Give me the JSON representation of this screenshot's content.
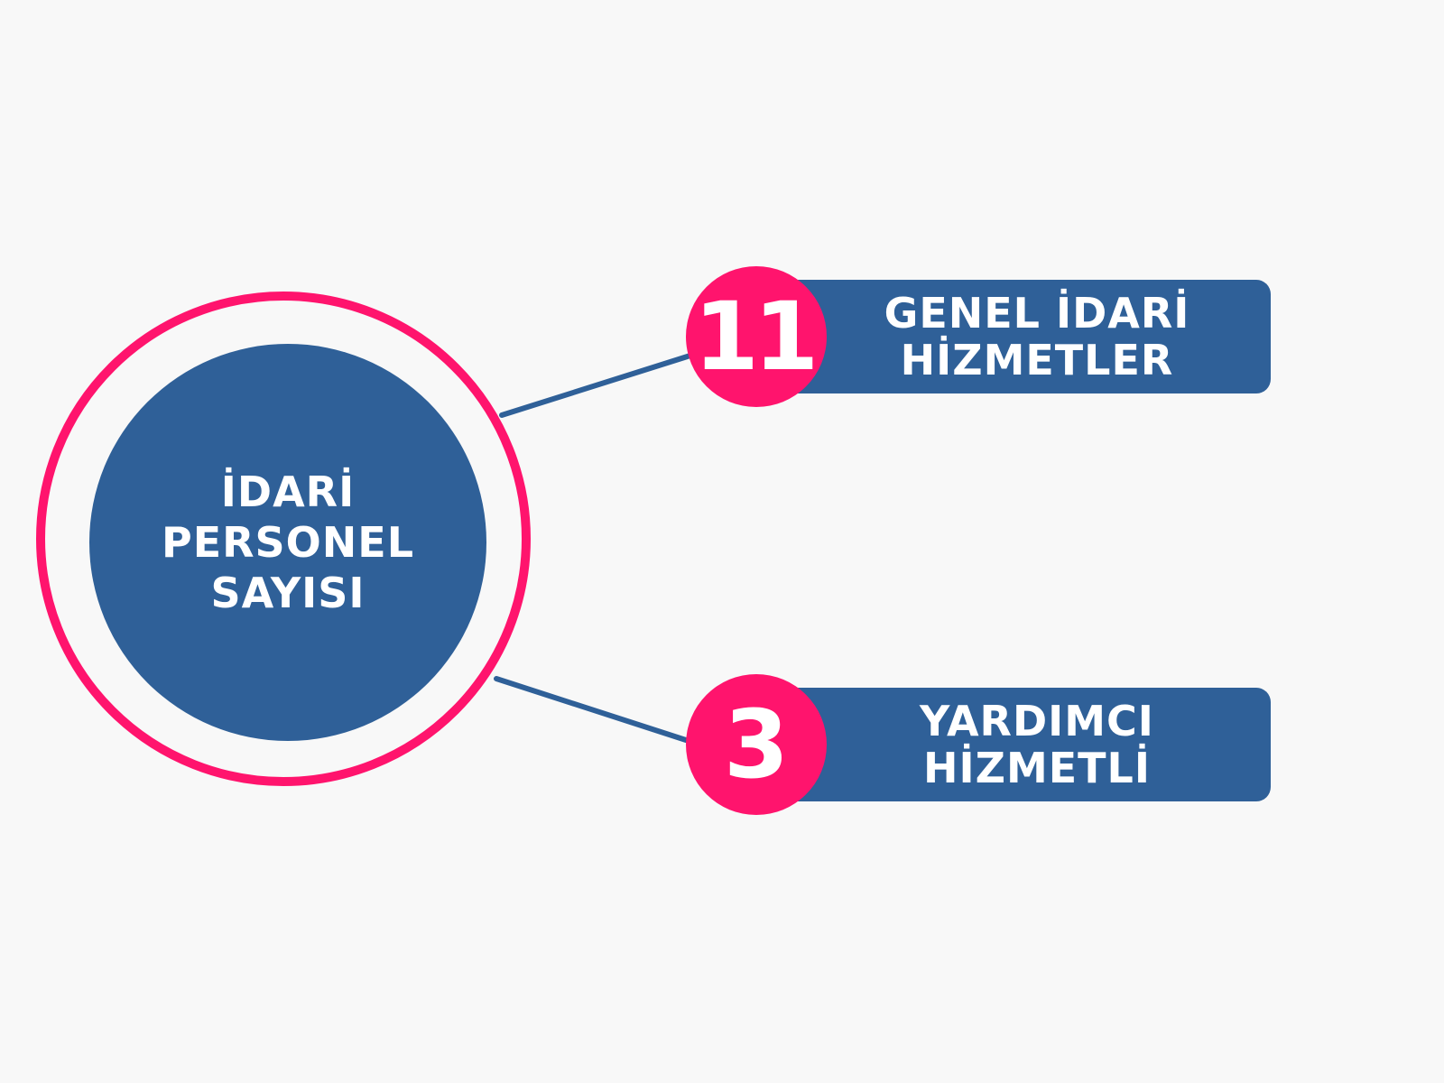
{
  "colors": {
    "background": "#f8f8f8",
    "primary_blue": "#2f6098",
    "accent_pink": "#ff146d",
    "text": "#ffffff"
  },
  "center": {
    "lines": [
      "İDARİ",
      "PERSONEL",
      "SAYISI"
    ]
  },
  "items": [
    {
      "value": "11",
      "lines": [
        "GENEL İDARİ",
        "HİZMETLER"
      ]
    },
    {
      "value": "3",
      "lines": [
        "YARDIMCI",
        "HİZMETLİ"
      ]
    }
  ]
}
